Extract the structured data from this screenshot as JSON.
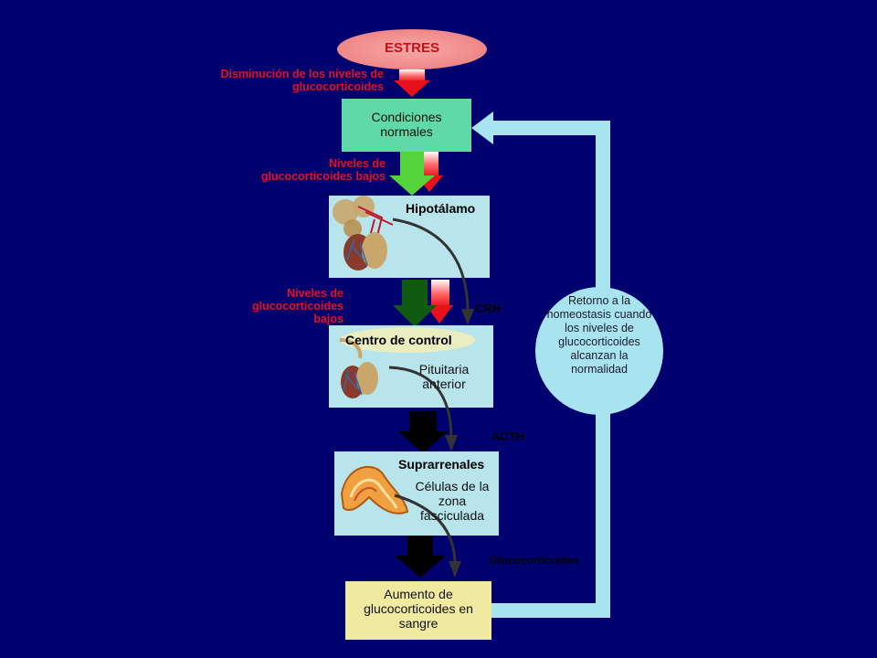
{
  "stress": {
    "label": "ESTRES"
  },
  "labels": {
    "decrease": "Disminución de los niveles de glucocorticoides",
    "low_levels_1": "Niveles de glucocorticoides bajos",
    "low_levels_2": "Niveles de glucocorticoides bajos",
    "crh": "CRH",
    "acth": "ACTH",
    "glucocorticoids": "Glucocorticoides"
  },
  "boxes": {
    "normal": "Condiciones normales",
    "hypothalamus": "Hipotálamo",
    "control_center": "Centro de control",
    "pituitary": "Pituitaria anterior",
    "adrenals": "Suprarrenales",
    "cells": "Células de la zona fasciculada",
    "increase": "Aumento de glucocorticoides en sangre"
  },
  "feedback": {
    "text": "Retorno a la homeostasis cuando los niveles de glucocorticoides alcanzan la normalidad"
  },
  "colors": {
    "background": "#00006e",
    "stress_fill": "#f08c8c",
    "normal_box": "#5fd9a5",
    "tissue_box": "#b8e4ec",
    "result_box": "#f0eaa0",
    "feedback_line": "#a8e4f0",
    "red_label": "#e8101a"
  }
}
